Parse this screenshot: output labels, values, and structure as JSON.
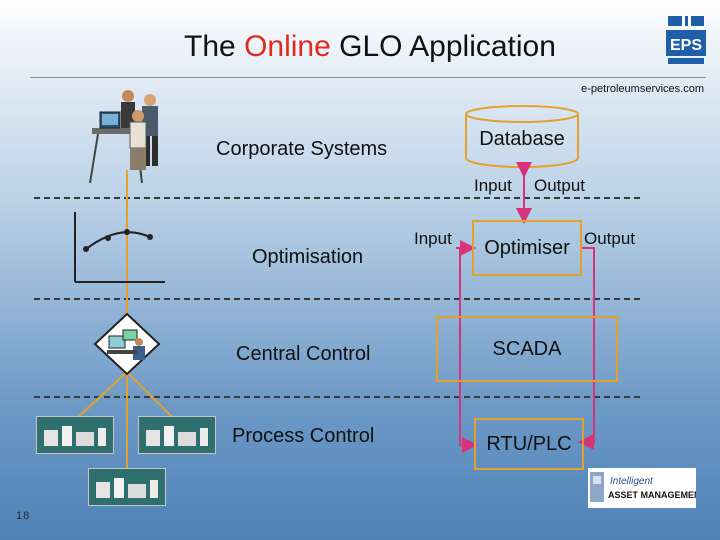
{
  "title": {
    "prefix": "The ",
    "accent": "Online",
    "suffix": " GLO Application"
  },
  "website": "e-petroleumservices.com",
  "logo_text": "EPS",
  "labels": {
    "corporate_systems": "Corporate Systems",
    "optimisation": "Optimisation",
    "central_control": "Central Control",
    "process_control": "Process Control"
  },
  "boxes": {
    "database": "Database",
    "optimiser": "Optimiser",
    "scada": "SCADA",
    "rtu_plc": "RTU/PLC"
  },
  "flow_labels": {
    "db_input": "Input",
    "db_output": "Output",
    "opt_input": "Input",
    "opt_output": "Output"
  },
  "badge": {
    "line1": "Intelligent",
    "line2": "ASSET MANAGEMENT"
  },
  "page_number": "18",
  "colors": {
    "accent": "#e02a1f",
    "box_border": "#e3a12c",
    "arrow_pink": "#d6337a",
    "hierarchy_line": "#e3a12c"
  }
}
